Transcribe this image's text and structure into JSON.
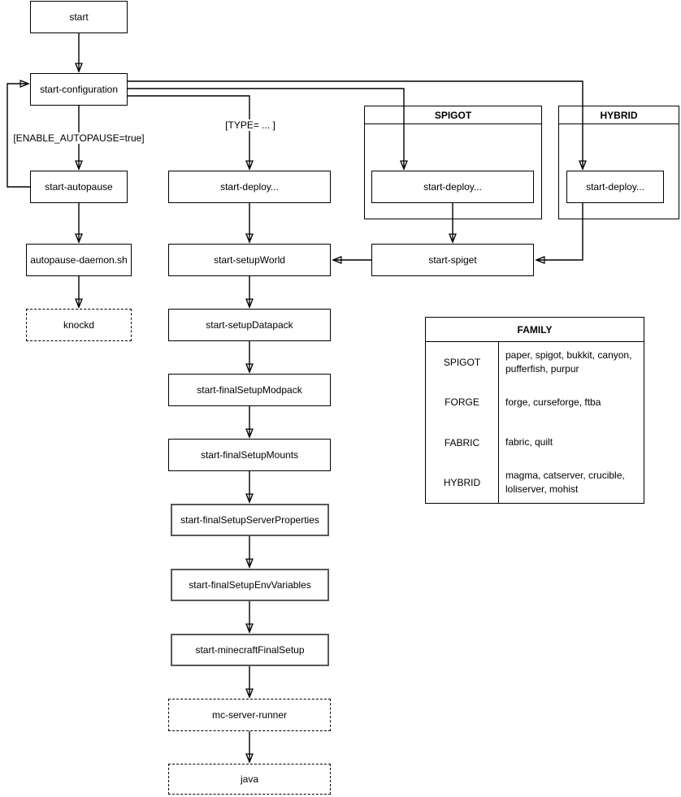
{
  "diagram": {
    "background_color": "#ffffff",
    "stroke_color": "#000000",
    "nodes": [
      {
        "id": "start",
        "label": "start",
        "variant": "solid"
      },
      {
        "id": "start-configuration",
        "label": "start-configuration",
        "variant": "solid"
      },
      {
        "id": "start-autopause",
        "label": "start-autopause",
        "variant": "solid"
      },
      {
        "id": "autopause-daemon",
        "label": "autopause-daemon.sh",
        "variant": "solid"
      },
      {
        "id": "knockd",
        "label": "knockd",
        "variant": "dashed"
      },
      {
        "id": "start-deploy-main",
        "label": "start-deploy...",
        "variant": "solid"
      },
      {
        "id": "start-setupWorld",
        "label": "start-setupWorld",
        "variant": "solid"
      },
      {
        "id": "start-setupDatapack",
        "label": "start-setupDatapack",
        "variant": "solid"
      },
      {
        "id": "start-finalSetupModpack",
        "label": "start-finalSetupModpack",
        "variant": "solid"
      },
      {
        "id": "start-finalSetupMounts",
        "label": "start-finalSetupMounts",
        "variant": "solid"
      },
      {
        "id": "start-finalSetupServerProperties",
        "label": "start-finalSetupServerProperties",
        "variant": "thick"
      },
      {
        "id": "start-finalSetupEnvVariables",
        "label": "start-finalSetupEnvVariables",
        "variant": "thick"
      },
      {
        "id": "start-minecraftFinalSetup",
        "label": "start-minecraftFinalSetup",
        "variant": "thick"
      },
      {
        "id": "mc-server-runner",
        "label": "mc-server-runner",
        "variant": "dashed"
      },
      {
        "id": "java",
        "label": "java",
        "variant": "dashed"
      },
      {
        "id": "start-deploy-spigot",
        "label": "start-deploy...",
        "variant": "solid"
      },
      {
        "id": "start-spiget",
        "label": "start-spiget",
        "variant": "solid"
      },
      {
        "id": "start-deploy-hybrid",
        "label": "start-deploy...",
        "variant": "solid"
      }
    ],
    "containers": [
      {
        "id": "spigot",
        "title": "SPIGOT"
      },
      {
        "id": "hybrid",
        "title": "HYBRID"
      }
    ],
    "edge_labels": [
      {
        "id": "enable-autopause",
        "text": "[ENABLE_AUTOPAUSE=true]"
      },
      {
        "id": "type",
        "text": "[TYPE= ... ]"
      }
    ]
  },
  "family_table": {
    "title": "FAMILY",
    "rows": [
      {
        "family": "SPIGOT",
        "members": "paper, spigot, bukkit, canyon, pufferfish, purpur"
      },
      {
        "family": "FORGE",
        "members": "forge, curseforge, ftba"
      },
      {
        "family": "FABRIC",
        "members": "fabric, quilt"
      },
      {
        "family": "HYBRID",
        "members": "magma, catserver, crucible, loliserver, mohist"
      }
    ]
  }
}
